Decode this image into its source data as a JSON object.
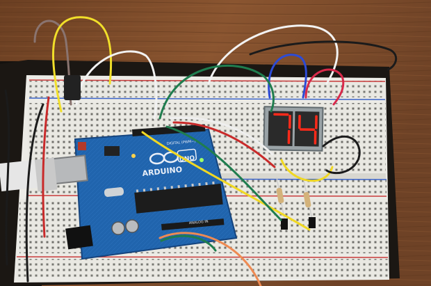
{
  "board": {
    "brand": "ARDUINO",
    "model": "UNO",
    "digital_header": "DIGITAL (PWM~)",
    "analog_header": "ANALOG IN"
  },
  "display": {
    "digit_left": "7",
    "digit_right": "4",
    "segment_color": "#ff2a1a"
  },
  "colors": {
    "table_wood": "#7a4a2a",
    "breadboard": "#ecebe6",
    "rail_red": "#c83a3a",
    "rail_blue": "#3a63c8",
    "arduino_blue": "#1f5fa8"
  },
  "icons": {
    "usb_plug": "usb-icon",
    "power_jack": "dc-jack-icon"
  }
}
